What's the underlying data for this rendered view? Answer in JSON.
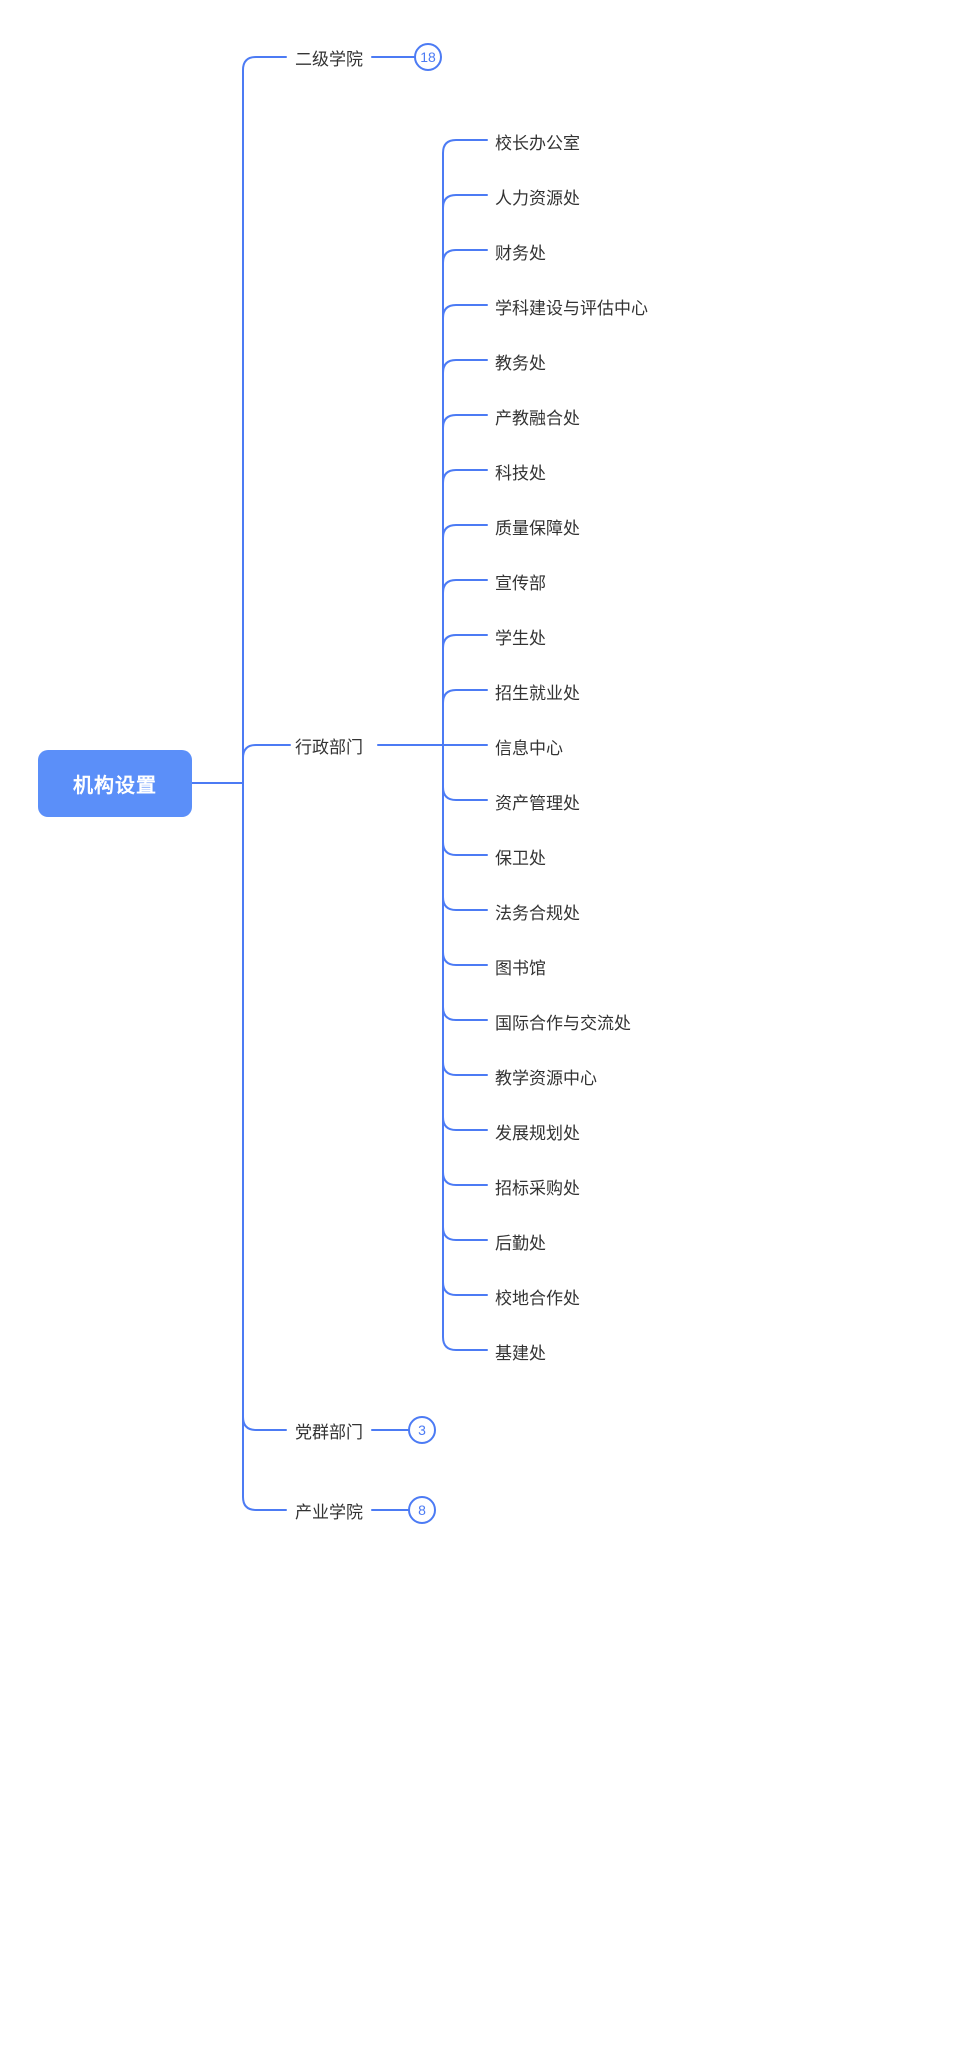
{
  "root": {
    "label": "机构设置"
  },
  "branches": [
    {
      "id": "secondary-colleges",
      "label": "二级学院",
      "badge": "18",
      "children": null
    },
    {
      "id": "administrative-departments",
      "label": "行政部门",
      "badge": null,
      "children": [
        "校长办公室",
        "人力资源处",
        "财务处",
        "学科建设与评估中心",
        "教务处",
        "产教融合处",
        "科技处",
        "质量保障处",
        "宣传部",
        "学生处",
        "招生就业处",
        "信息中心",
        "资产管理处",
        "保卫处",
        "法务合规处",
        "图书馆",
        "国际合作与交流处",
        "教学资源中心",
        "发展规划处",
        "招标采购处",
        "后勤处",
        "校地合作处",
        "基建处"
      ]
    },
    {
      "id": "party-mass-departments",
      "label": "党群部门",
      "badge": "3",
      "children": null
    },
    {
      "id": "industry-colleges",
      "label": "产业学院",
      "badge": "8",
      "children": null
    }
  ],
  "colors": {
    "accent": "#4C7BF4",
    "root_bg": "#5B8FF9",
    "node_text": "#333333",
    "background": "#FFFFFF"
  }
}
